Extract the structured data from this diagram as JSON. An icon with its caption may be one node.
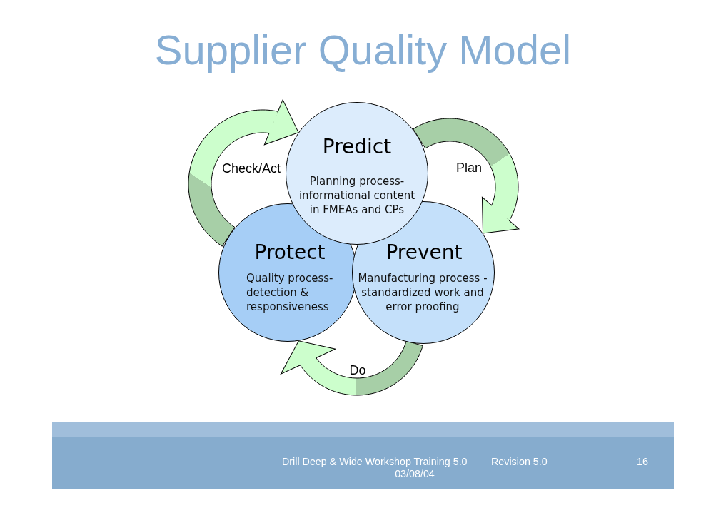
{
  "diagram": {
    "title": "Supplier Quality Model",
    "nodes": [
      {
        "text": [
          "Predict",
          "Planning process- informational content in FMEAs and CPs"
        ]
      },
      {
        "text": [
          "Protect",
          "Quality process- detection & responsiveness"
        ]
      },
      {
        "text": [
          "Prevent",
          "Manufacturing process - standardized work and error proofing"
        ]
      }
    ],
    "edges": [
      {
        "from": 0,
        "to": 2,
        "arrow": "to",
        "label": "Plan"
      },
      {
        "from": 2,
        "to": 1,
        "arrow": "to",
        "label": "Do"
      },
      {
        "from": 1,
        "to": 0,
        "arrow": "to",
        "label": "Check/Act"
      }
    ],
    "labels": [
      "Drill Deep & Wide Workshop Training 5.0",
      "Revision 5.0",
      "16",
      "03/08/04"
    ]
  }
}
